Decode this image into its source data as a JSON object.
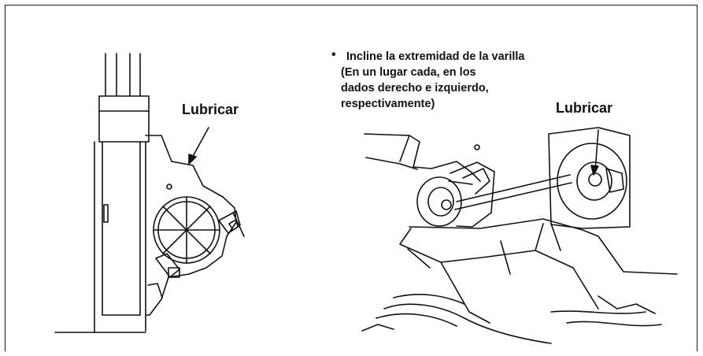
{
  "left_diagram": {
    "label": "Lubricar"
  },
  "right_diagram": {
    "label": "Lubricar",
    "note_bullet": "•",
    "note_lines": [
      "Incline la extremidad de la varilla",
      "(En un lugar cada, en los",
      "dados derecho e izquierdo,",
      "respectivamente)"
    ]
  },
  "colors": {
    "line": "#111111",
    "background": "#ffffff"
  }
}
